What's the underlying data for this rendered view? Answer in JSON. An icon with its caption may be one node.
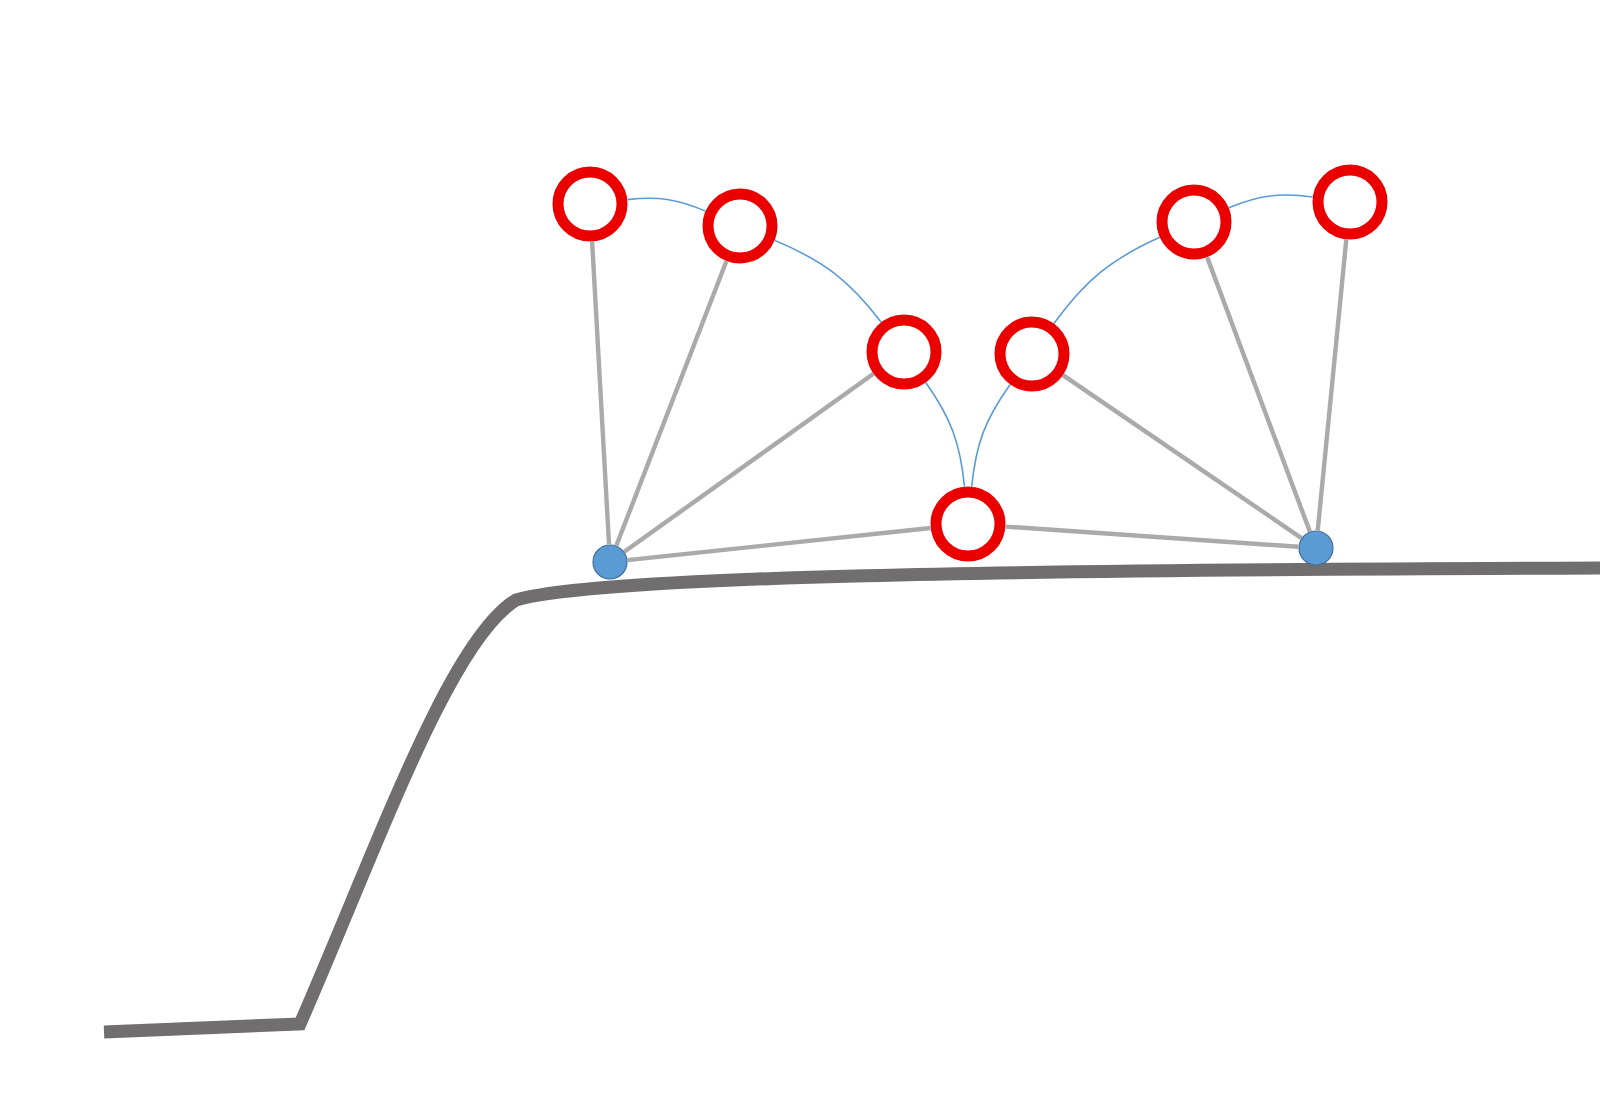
{
  "diagram": {
    "nodes": [
      {
        "text": [],
        "shape": "ring"
      },
      {
        "text": [],
        "shape": "dot"
      },
      {
        "text": [],
        "shape": "ring"
      },
      {
        "text": [],
        "shape": "ring"
      },
      {
        "text": [],
        "shape": "ring"
      },
      {
        "text": [],
        "shape": "ring"
      },
      {
        "text": [],
        "shape": "ring"
      },
      {
        "text": [],
        "shape": "dot"
      },
      {
        "text": [],
        "shape": "ring"
      }
    ],
    "edges": [
      {
        "from": 1,
        "to": 0,
        "arrow": "none"
      },
      {
        "from": 1,
        "to": 2,
        "arrow": "none"
      },
      {
        "from": 1,
        "to": 3,
        "arrow": "none"
      },
      {
        "from": 1,
        "to": 4,
        "arrow": "none"
      },
      {
        "from": 7,
        "to": 4,
        "arrow": "none"
      },
      {
        "from": 7,
        "to": 5,
        "arrow": "none"
      },
      {
        "from": 7,
        "to": 6,
        "arrow": "none"
      },
      {
        "from": 7,
        "to": 8,
        "arrow": "none"
      },
      {
        "from": 0,
        "to": 2,
        "arrow": "none",
        "color": "#5b9bd5"
      },
      {
        "from": 2,
        "to": 3,
        "arrow": "none",
        "color": "#5b9bd5"
      },
      {
        "from": 3,
        "to": 4,
        "arrow": "none",
        "color": "#5b9bd5"
      },
      {
        "from": 4,
        "to": 5,
        "arrow": "none",
        "color": "#5b9bd5"
      },
      {
        "from": 5,
        "to": 6,
        "arrow": "none",
        "color": "#5b9bd5"
      },
      {
        "from": 6,
        "to": 8,
        "arrow": "none",
        "color": "#5b9bd5"
      }
    ]
  }
}
